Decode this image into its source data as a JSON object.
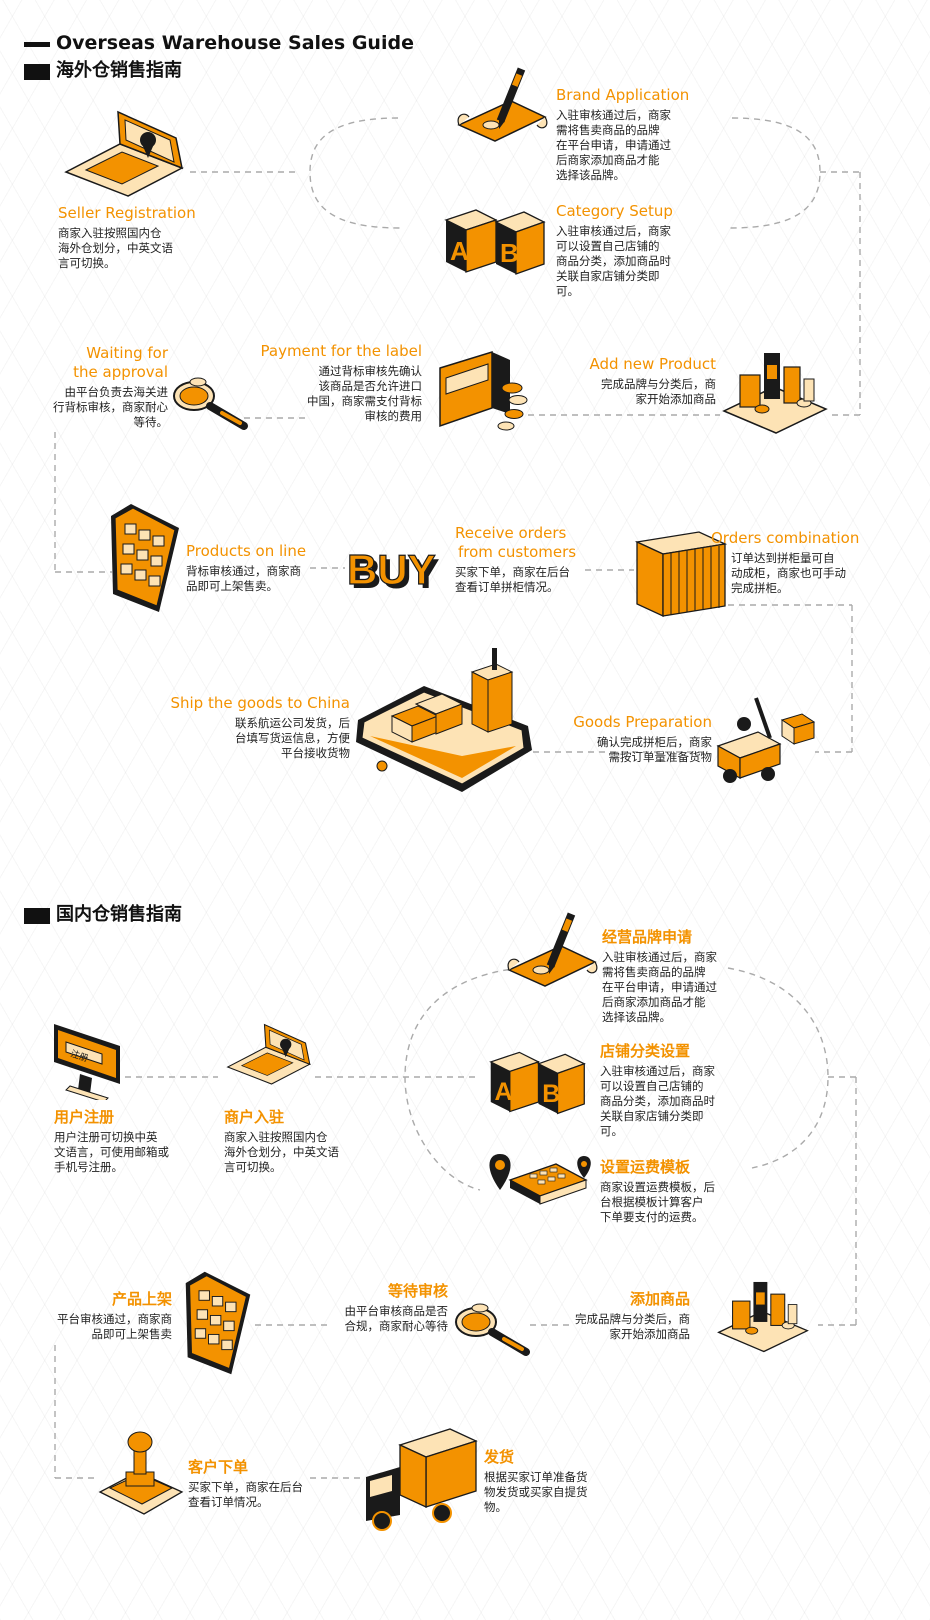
{
  "section1": {
    "title_en": "Overseas Warehouse Sales Guide",
    "title_zh": "海外仓销售指南",
    "steps": [
      {
        "title": "Seller Registration",
        "desc": [
          "商家入驻按照国内仓",
          "海外仓划分，中英文语",
          "言可切换。"
        ]
      },
      {
        "title": "Brand Application",
        "desc": [
          "入驻审核通过后，商家",
          "需将售卖商品的品牌",
          "在平台申请，申请通过",
          "后商家添加商品才能",
          "选择该品牌。"
        ]
      },
      {
        "title": "Category Setup",
        "desc": [
          "入驻审核通过后，商家",
          "可以设置自己店铺的",
          "商品分类，添加商品时",
          "关联自家店铺分类即",
          "可。"
        ]
      },
      {
        "title": "Add new Product",
        "desc": [
          "完成品牌与分类后，商",
          "家开始添加商品"
        ]
      },
      {
        "title": "Payment for the label",
        "desc": [
          "通过背标审核先确认",
          "该商品是否允许进口",
          "中国，商家需支付背标",
          "审核的费用"
        ]
      },
      {
        "title_lines": [
          "Waiting for",
          "the approval"
        ],
        "desc": [
          "由平台负责去海关进",
          "行背标审核，商家耐心",
          "等待。"
        ]
      },
      {
        "title": "Products on line",
        "desc": [
          "背标审核通过，商家商",
          "品即可上架售卖。"
        ]
      },
      {
        "title_lines": [
          "Receive orders",
          "from customers"
        ],
        "desc": [
          "买家下单，商家在后台",
          "查看订单拼柜情况。"
        ]
      },
      {
        "title": "Orders combination",
        "desc": [
          "订单达到拼柜量可自",
          "动成柜，商家也可手动",
          "完成拼柜。"
        ]
      },
      {
        "title": "Goods Preparation",
        "desc": [
          "确认完成拼柜后，商家",
          "需按订单量准备货物"
        ]
      },
      {
        "title": "Ship the goods to China",
        "desc": [
          "联系航运公司发货，后",
          "台填写货运信息，方便",
          "平台接收货物"
        ]
      }
    ]
  },
  "section2": {
    "title_zh": "国内仓销售指南",
    "steps": [
      {
        "title": "用户注册",
        "desc": [
          "用户注册可切换中英",
          "文语言，可使用邮箱或",
          "手机号注册。"
        ]
      },
      {
        "title": "商户入驻",
        "desc": [
          "商家入驻按照国内仓",
          "海外仓划分，中英文语",
          "言可切换。"
        ]
      },
      {
        "title": "经营品牌申请",
        "desc": [
          "入驻审核通过后，商家",
          "需将售卖商品的品牌",
          "在平台申请，申请通过",
          "后商家添加商品才能",
          "选择该品牌。"
        ]
      },
      {
        "title": "店铺分类设置",
        "desc": [
          "入驻审核通过后，商家",
          "可以设置自己店铺的",
          "商品分类，添加商品时",
          "关联自家店铺分类即",
          "可。"
        ]
      },
      {
        "title": "设置运费模板",
        "desc": [
          "商家设置运费模板，后",
          "台根据模板计算客户",
          "下单要支付的运费。"
        ]
      },
      {
        "title": "添加商品",
        "desc": [
          "完成品牌与分类后，商",
          "家开始添加商品"
        ]
      },
      {
        "title": "等待审核",
        "desc": [
          "由平台审核商品是否",
          "合规，商家耐心等待"
        ]
      },
      {
        "title": "产品上架",
        "desc": [
          "平台审核通过，商家商",
          "品即可上架售卖"
        ]
      },
      {
        "title": "客户下单",
        "desc": [
          "买家下单，商家在后台",
          "查看订单情况。"
        ]
      },
      {
        "title": "发货",
        "desc": [
          "根据买家订单准备货",
          "物发货或买家自提货",
          "物。"
        ]
      }
    ]
  },
  "icon_labels": {
    "buy_word": "BUY",
    "ab_letters": [
      "A",
      "B"
    ],
    "register_screen": "注册"
  },
  "colors": {
    "accent": "#f39200",
    "dark": "#1a1a1a",
    "light": "#fde3b5"
  }
}
